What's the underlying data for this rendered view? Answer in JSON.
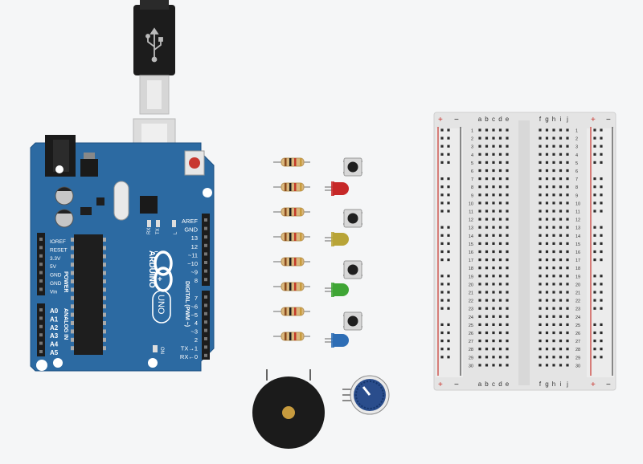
{
  "arduino": {
    "brand": "ARDUINO",
    "model": "UNO",
    "on_label": "ON",
    "power_label": "POWER",
    "analog_label": "ANALOG IN",
    "digital_label": "DIGITAL (PWM ~)",
    "tx_label": "TX",
    "rx_label": "RX",
    "l_label": "L",
    "power_pins": [
      "IOREF",
      "RESET",
      "3.3V",
      "5V",
      "GND",
      "GND",
      "Vin"
    ],
    "analog_pins": [
      "A0",
      "A1",
      "A2",
      "A3",
      "A4",
      "A5"
    ],
    "digital_pins_top": [
      "AREF",
      "GND",
      "13",
      "12",
      "~11",
      "~10",
      "~9",
      "8"
    ],
    "digital_pins_bottom": [
      "7",
      "~6",
      "~5",
      "4",
      "~3",
      "2",
      "TX→1",
      "RX←0"
    ]
  },
  "breadboard": {
    "cols_left": [
      "a",
      "b",
      "c",
      "d",
      "e"
    ],
    "cols_right": [
      "f",
      "g",
      "h",
      "i",
      "j"
    ],
    "row_count": 30,
    "rail_plus": "+",
    "rail_minus": "−"
  },
  "components": {
    "resistors": 8,
    "pushbuttons": 4,
    "leds": [
      {
        "color_name": "red",
        "color": "#c62828"
      },
      {
        "color_name": "yellow",
        "color": "#b8a437"
      },
      {
        "color_name": "green",
        "color": "#3fa535"
      },
      {
        "color_name": "blue",
        "color": "#2d6db5"
      }
    ],
    "piezo": "piezo-buzzer",
    "potentiometer": "potentiometer"
  },
  "colors": {
    "board_blue": "#2c6aa2",
    "board_dark": "#1e5283",
    "background": "#f5f6f7"
  }
}
